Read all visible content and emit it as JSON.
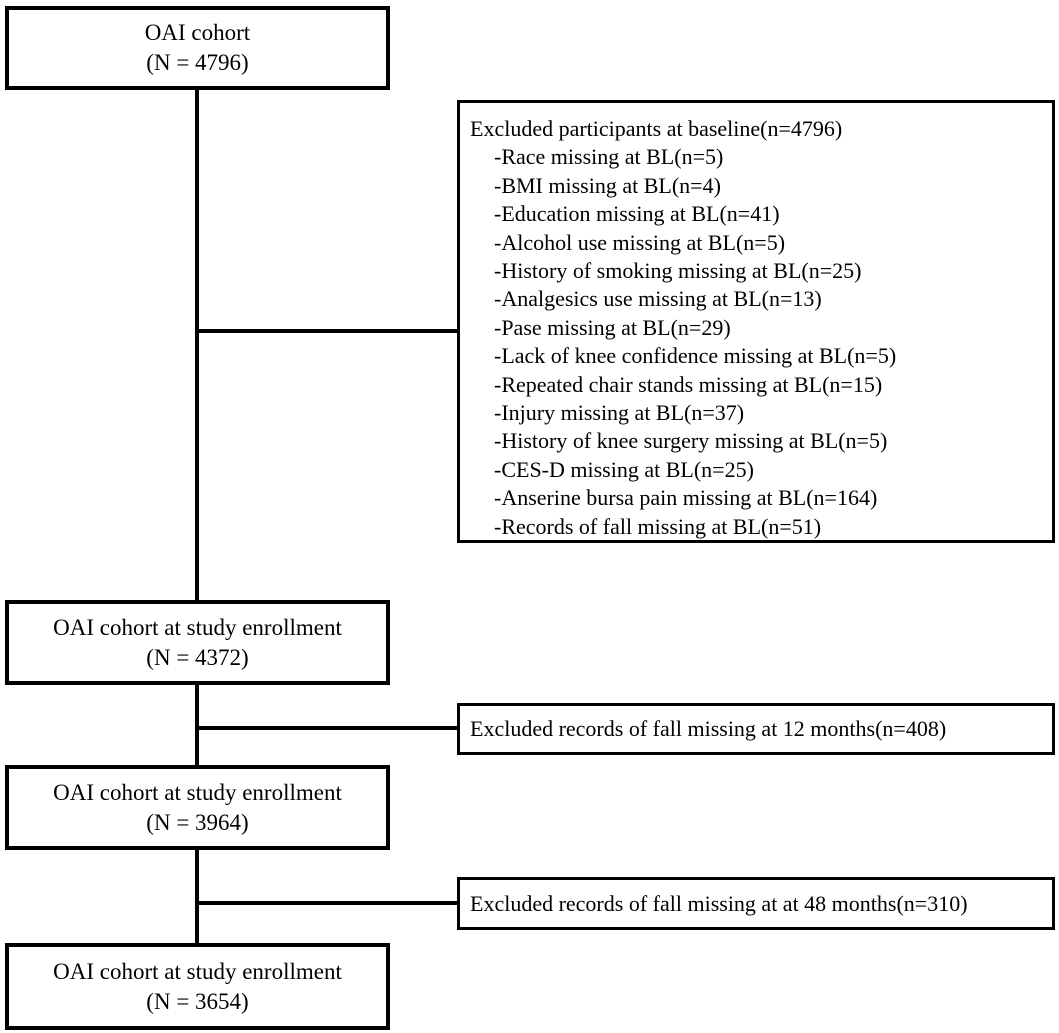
{
  "figure": {
    "type": "study-flow-diagram",
    "background_color": "#ffffff",
    "line_color": "#000000"
  },
  "boxes": {
    "cohort_initial": {
      "line1": "OAI cohort",
      "line2": "(N = 4796)"
    },
    "cohort_enrollment_1": {
      "line1": "OAI cohort at study enrollment",
      "line2": "(N = 4372)"
    },
    "cohort_enrollment_2": {
      "line1": "OAI cohort at study enrollment",
      "line2": "(N = 3964)"
    },
    "cohort_enrollment_3": {
      "line1": "OAI cohort at study enrollment",
      "line2": "(N = 3654)"
    }
  },
  "excluded_baseline": {
    "title": "Excluded participants at baseline(n=4796)",
    "items": [
      "-Race missing at BL(n=5)",
      "-BMI missing at BL(n=4)",
      "-Education missing at BL(n=41)",
      "-Alcohol use missing at BL(n=5)",
      "-History of smoking missing at BL(n=25)",
      "-Analgesics use missing at BL(n=13)",
      "-Pase missing at BL(n=29)",
      "-Lack of knee confidence missing at BL(n=5)",
      "-Repeated chair stands missing at BL(n=15)",
      "-Injury missing at BL(n=37)",
      "-History of knee surgery missing at BL(n=5)",
      "-CES-D missing at BL(n=25)",
      "-Anserine bursa pain missing at BL(n=164)",
      "-Records of fall missing at BL(n=51)"
    ]
  },
  "excluded_12_months": {
    "label": "Excluded records of fall missing at 12 months(n=408)"
  },
  "excluded_48_months": {
    "label": "Excluded records of fall missing at at 48 months(n=310)"
  }
}
